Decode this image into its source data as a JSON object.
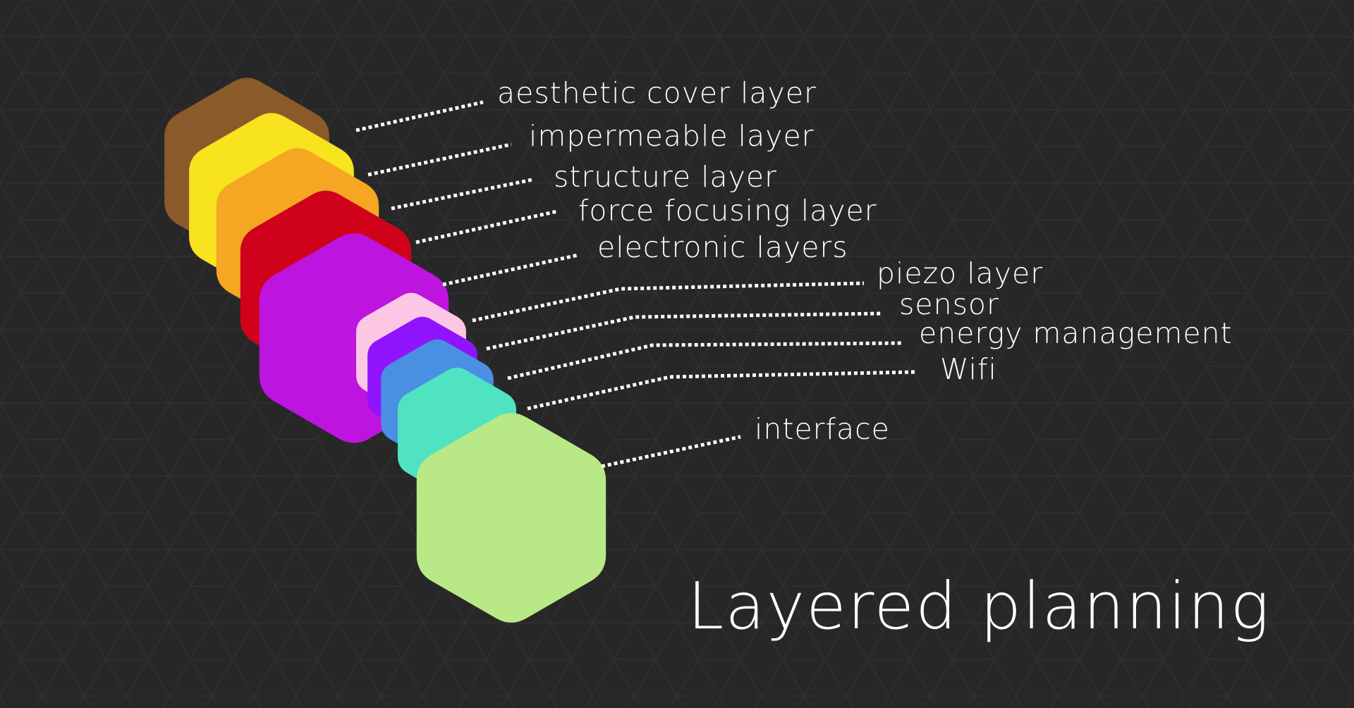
{
  "title": "Layered planning",
  "background_color": "#272727",
  "text_color": "#ffffff",
  "layers": [
    {
      "label": "aesthetic cover layer",
      "color": "#8b5a2b"
    },
    {
      "label": "impermeable layer",
      "color": "#f7e31e"
    },
    {
      "label": "structure layer",
      "color": "#f5a623"
    },
    {
      "label": "force focusing layer",
      "color": "#d0021b"
    },
    {
      "label": "electronic layers",
      "color": "#bd14e0"
    },
    {
      "label": "piezo layer",
      "color": "#fcc7e5"
    },
    {
      "label": "sensor",
      "color": "#9013fe"
    },
    {
      "label": "energy management",
      "color": "#4a90e2"
    },
    {
      "label": "Wifi",
      "color": "#50e3c2"
    },
    {
      "label": "interface",
      "color": "#b8e986"
    }
  ]
}
